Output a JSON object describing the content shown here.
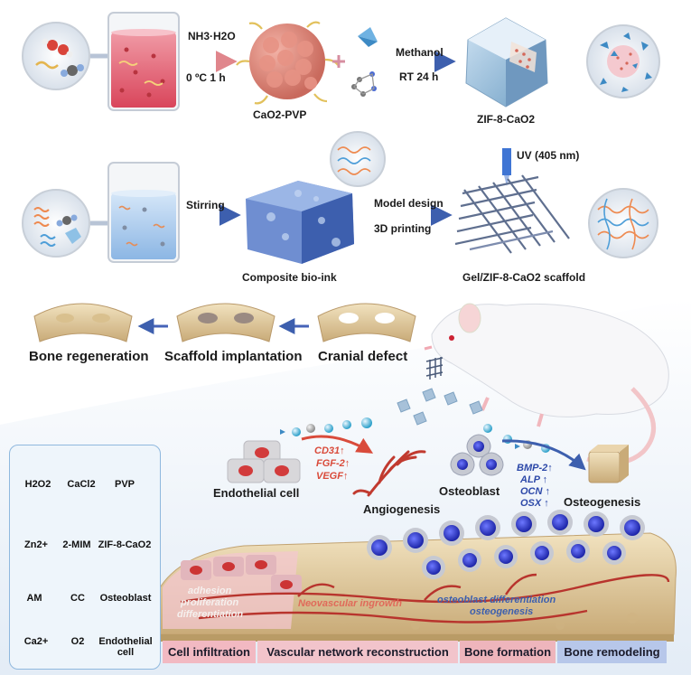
{
  "synthesis": {
    "cond_top": "NH3·H2O",
    "cond_bottom": "0 ºC 1 h",
    "caO2_pvp": "CaO2-PVP",
    "methanol": "Methanol",
    "rt": "RT 24 h",
    "zif": "ZIF-8-CaO2"
  },
  "printing": {
    "stirring": "Stirring",
    "bioink": "Composite bio-ink",
    "model_design": "Model design",
    "printing3d": "3D printing",
    "uv": "UV (405 nm)",
    "scaffold": "Gel/ZIF-8-CaO2 scaffold"
  },
  "implant": {
    "bone_regen": "Bone regeneration",
    "scaffold_impl": "Scaffold implantation",
    "cranial": "Cranial defect"
  },
  "biology": {
    "endothelial": "Endothelial cell",
    "angio_markers": [
      "CD31↑",
      "FGF-2↑",
      "VEGF↑"
    ],
    "angiogenesis": "Angiogenesis",
    "osteoblast": "Osteoblast",
    "osteo_markers": [
      "BMP-2↑",
      "ALP ↑",
      "OCN ↑",
      "OSX ↑"
    ],
    "osteogenesis": "Osteogenesis"
  },
  "tissue": {
    "cell_text": [
      "adhesion",
      "proliferation",
      "differentiation"
    ],
    "vascular_text": "Neovascular ingrowth",
    "osteo_text": [
      "osteoblast differentiation",
      "osteogenesis"
    ]
  },
  "stages": {
    "s1": "Cell infiltration",
    "s2": "Vascular network reconstruction",
    "s3": "Bone formation",
    "s4": "Bone remodeling"
  },
  "legend": {
    "h2o2": "H2O2",
    "cacl2": "CaCl2",
    "pvp": "PVP",
    "zn": "Zn2+",
    "mim": "2-MIM",
    "zif": "ZIF-8-CaO2",
    "am": "AM",
    "cc": "CC",
    "osteoblast": "Osteoblast",
    "ca": "Ca2+",
    "o2": "O2",
    "endo": "Endothelial cell"
  },
  "colors": {
    "accent_red": "#d94b3b",
    "accent_blue": "#2c48a8",
    "bone": "#e4cfa3",
    "stage_pink": "#f2b9c2",
    "stage_blue": "#b7c7ea"
  }
}
